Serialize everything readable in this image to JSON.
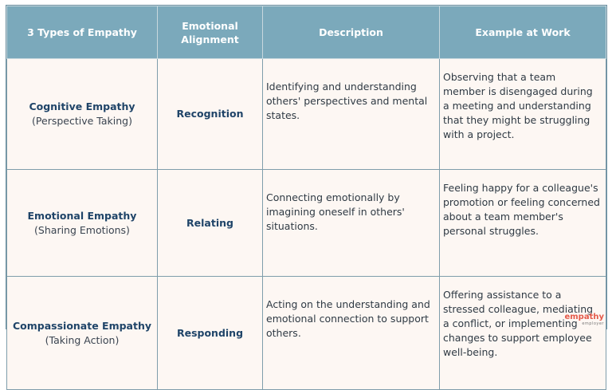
{
  "headers": [
    "3 Types of Empathy",
    "Emotional Alignment",
    "Description",
    "Example at Work"
  ],
  "rows": [
    {
      "type_main": "Cognitive Empathy",
      "type_sub": "(Perspective Taking)",
      "alignment": "Recognition",
      "description": "Identifying and understanding others' perspectives and mental states.",
      "example": "Observing that a team member is disengaged during a meeting and understanding that they might be struggling with a project."
    },
    {
      "type_main": "Emotional Empathy",
      "type_sub": "(Sharing Emotions)",
      "alignment": "Relating",
      "description": "Connecting emotionally by imagining oneself in others' situations.",
      "example": "Feeling happy for a colleague's promotion or feeling concerned about a team member's personal struggles."
    },
    {
      "type_main": "Compassionate Empathy",
      "type_sub": "(Taking Action)",
      "alignment": "Responding",
      "description": "Acting on the understanding and emotional connection to support others.",
      "example": "Offering assistance to a stressed colleague, mediating a conflict, or implementing changes to support employee well-being."
    }
  ],
  "logo": {
    "line1": "empathy",
    "line2": "employer"
  },
  "colors": {
    "header_bg": "#7ba9bb",
    "cell_bg": "#fdf7f3",
    "accent_text": "#1f4468",
    "logo": "#e45a4a"
  }
}
